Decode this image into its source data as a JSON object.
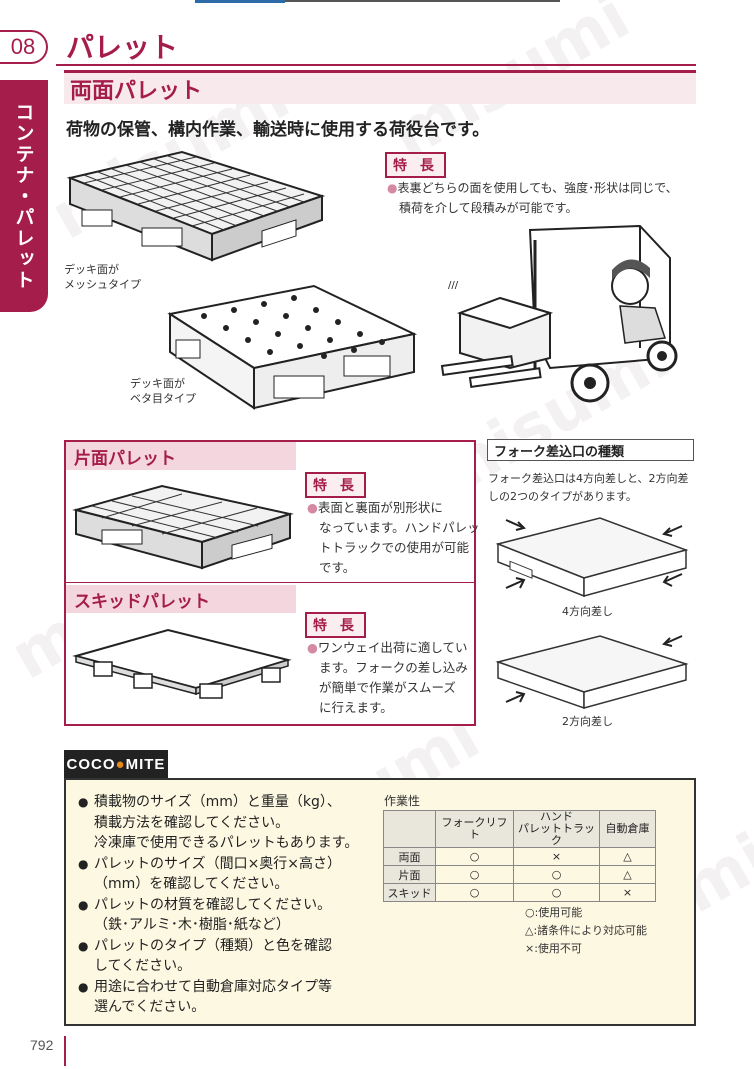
{
  "chapter": {
    "number": "08",
    "tab_label": "コンテナ・パレット"
  },
  "page_title": "パレット",
  "section_main": {
    "title": "両面パレット",
    "lead": "荷物の保管、構内作業、輸送時に使用する荷役台です。",
    "feature_label": "特 長",
    "feature_line1": "表裏どちらの面を使用しても、強度･形状は同じで、",
    "feature_line2": "積荷を介して段積みが可能です。",
    "mesh_caption_1": "デッキ面が",
    "mesh_caption_2": "メッシュタイプ",
    "flat_caption_1": "デッキ面が",
    "flat_caption_2": "ベタ目タイプ"
  },
  "single_sided": {
    "title": "片面パレット",
    "feature_label": "特 長",
    "lines": [
      "表面と裏面が別形状に",
      "なっています。ハンドパレッ",
      "トトラックでの使用が可能",
      "です。"
    ]
  },
  "skid": {
    "title": "スキッドパレット",
    "feature_label": "特 長",
    "lines": [
      "ワンウェイ出荷に適してい",
      "ます。フォークの差し込み",
      "が簡単で作業がスムーズ",
      "に行えます。"
    ]
  },
  "fork_entry": {
    "title": "フォーク差込口の種類",
    "desc_line1": "フォーク差込口は4方向差しと、2方向差",
    "desc_line2": "しの2つのタイプがあります。",
    "four_way": "4方向差し",
    "two_way": "2方向差し"
  },
  "coco": {
    "label_prefix": "COCO",
    "label_suffix": "MITE",
    "items": [
      [
        "積載物のサイズ（mm）と重量（kg）、",
        "積載方法を確認してください。",
        "冷凍庫で使用できるパレットもあります。"
      ],
      [
        "パレットのサイズ（間口×奥行×高さ）",
        "（mm）を確認してください。"
      ],
      [
        "パレットの材質を確認してください。",
        "（鉄･アルミ･木･樹脂･紙など）"
      ],
      [
        "パレットのタイプ（種類）と色を確認",
        "してください。"
      ],
      [
        "用途に合わせて自動倉庫対応タイプ等",
        "選んでください。"
      ]
    ]
  },
  "workability": {
    "title": "作業性",
    "headers": [
      "",
      "フォークリフト",
      "ハンド\nパレットトラック",
      "自動倉庫"
    ],
    "header_hand_1": "ハンド",
    "header_hand_2": "パレットトラック",
    "rows": [
      [
        "両面",
        "○",
        "×",
        "△"
      ],
      [
        "片面",
        "○",
        "○",
        "△"
      ],
      [
        "スキッド",
        "○",
        "○",
        "×"
      ]
    ],
    "legend": [
      "○:使用可能",
      "△:諸条件により対応可能",
      "×:使用不可"
    ]
  },
  "page_number": "792",
  "watermark": "misumi",
  "colors": {
    "accent": "#a51d4a",
    "accent_light": "#f3d6de",
    "coco_bg": "#fdf8e2"
  }
}
